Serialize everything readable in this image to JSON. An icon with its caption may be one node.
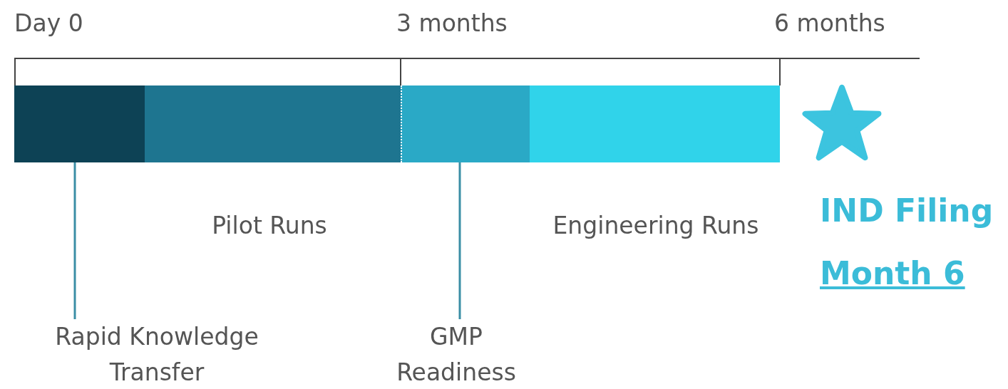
{
  "diagram": {
    "nodes": [
      {
        "text": [],
        "shape": "bar"
      },
      {
        "text": [],
        "shape": "bar"
      },
      {
        "text": [],
        "shape": "bar"
      },
      {
        "text": [],
        "shape": "bar"
      },
      {
        "text": [],
        "shape": "star"
      },
      {
        "text": [
          "Rapid Knowledge Transfer"
        ]
      },
      {
        "text": [
          "GMP Readiness"
        ]
      }
    ],
    "edges": [
      {
        "from": 5,
        "to": 0,
        "arrow": "none"
      },
      {
        "from": 6,
        "to": 2,
        "arrow": "none"
      }
    ],
    "labels": [
      "Day 0",
      "3 months",
      "6 months",
      "Pilot Runs",
      "Engineering Runs",
      "IND Filing",
      "Month 6"
    ]
  }
}
